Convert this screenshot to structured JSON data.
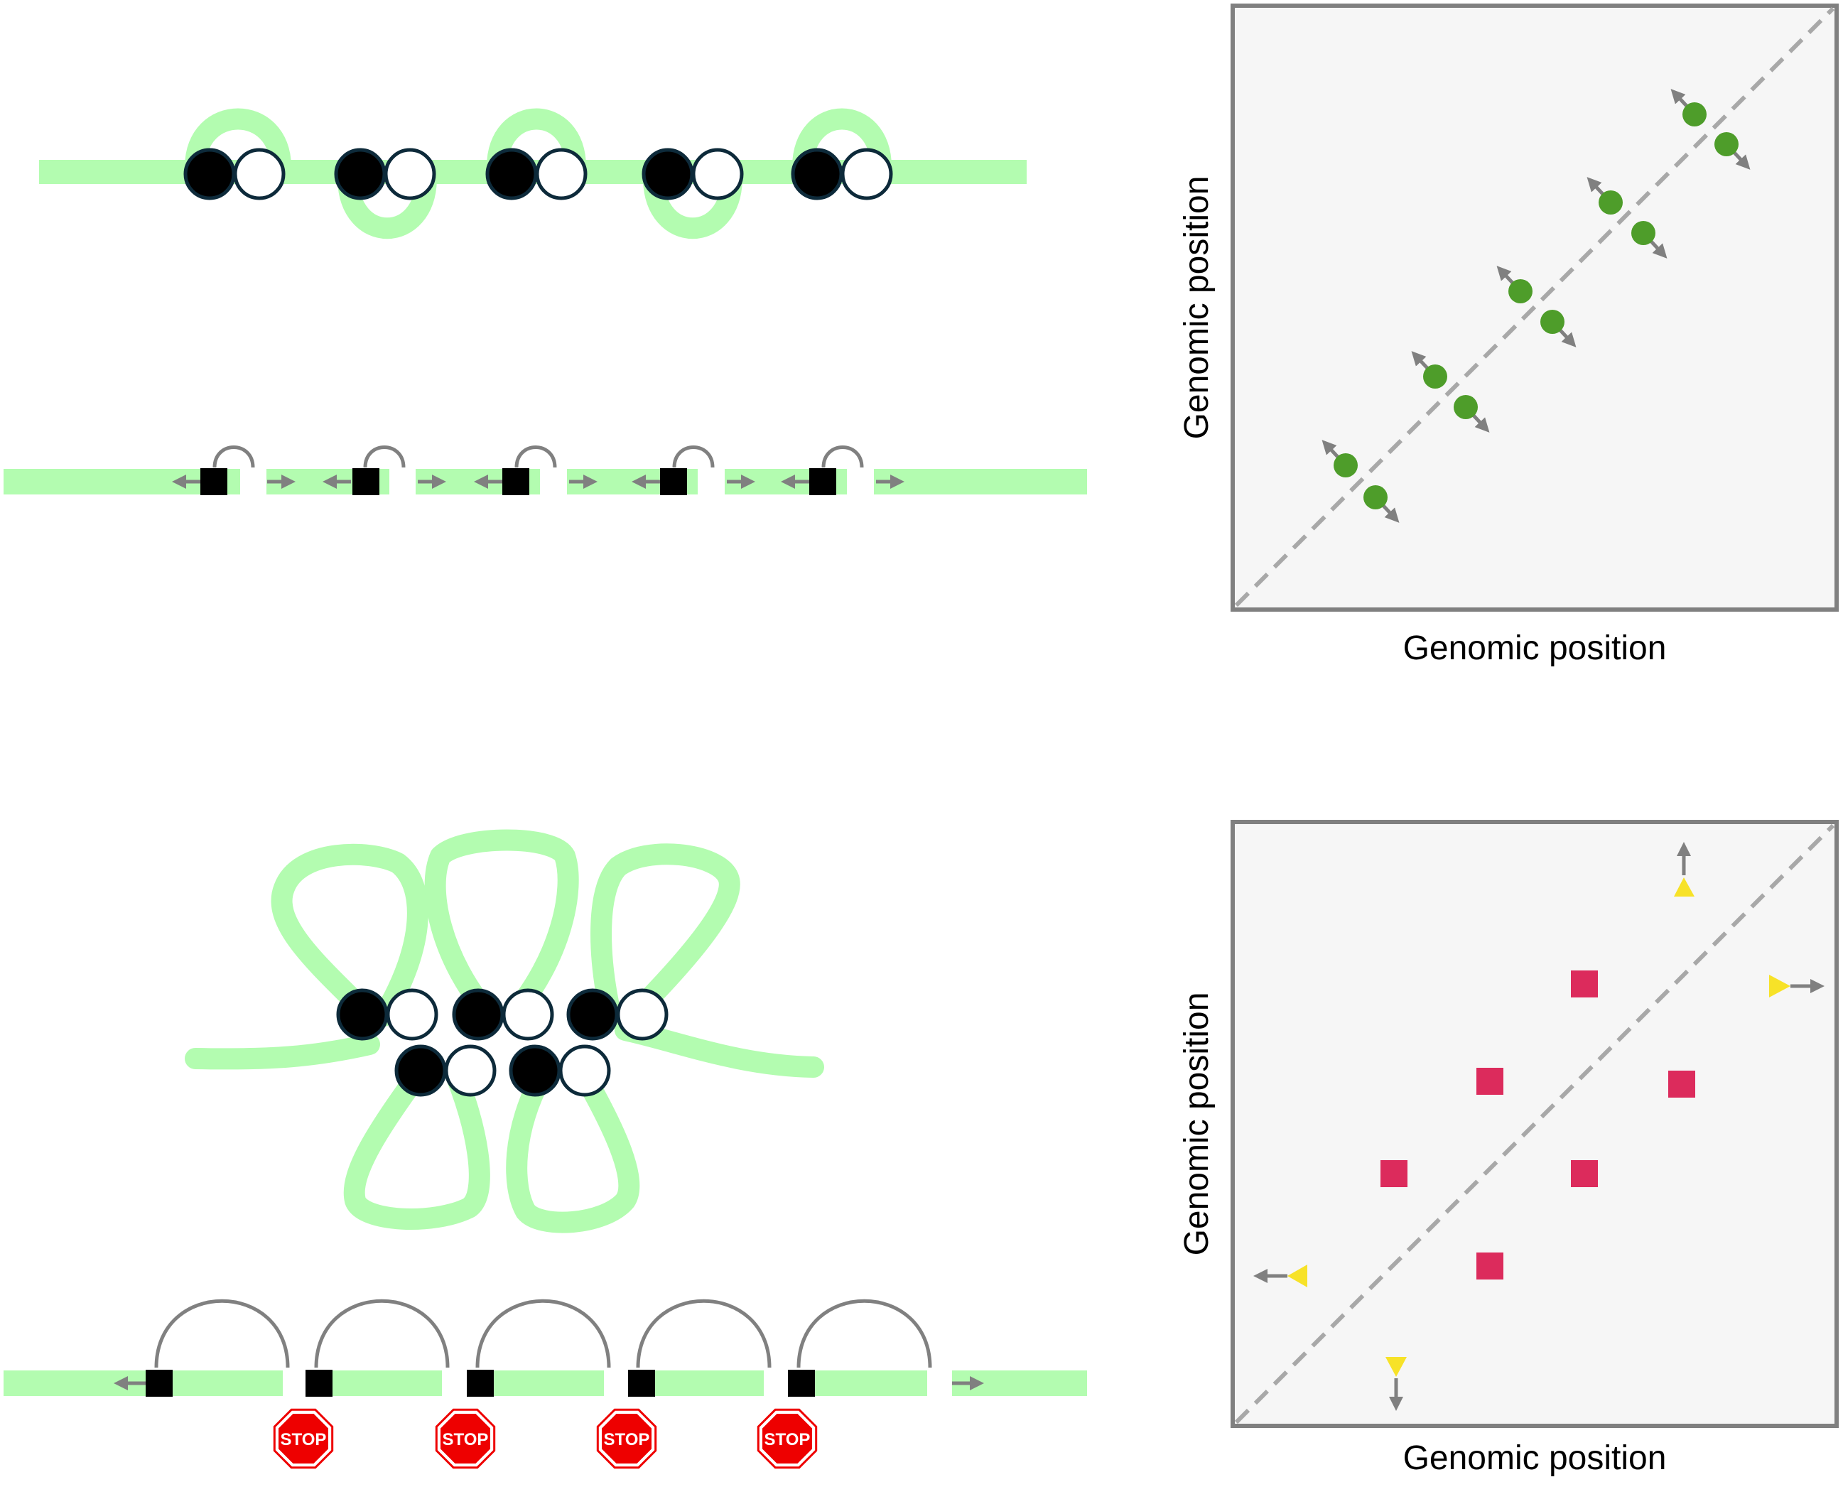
{
  "colors": {
    "chromatin": "#b3fcb0",
    "arrow": "#808080",
    "cohesin_dark": "#000000",
    "cohesin_light": "#ffffff",
    "plot_bg": "#f6f6f6",
    "plot_border": "#808080",
    "loop_dot": "#4e9d2a",
    "tad_square": "#dc2b5c",
    "stripe_triangle": "#f7e228",
    "stop_red": "#ee0000"
  },
  "top_plot": {
    "xlabel": "Genomic position",
    "ylabel": "Genomic position"
  },
  "bottom_plot": {
    "xlabel": "Genomic position",
    "ylabel": "Genomic position"
  },
  "stop_sign": {
    "text": "STOP"
  }
}
